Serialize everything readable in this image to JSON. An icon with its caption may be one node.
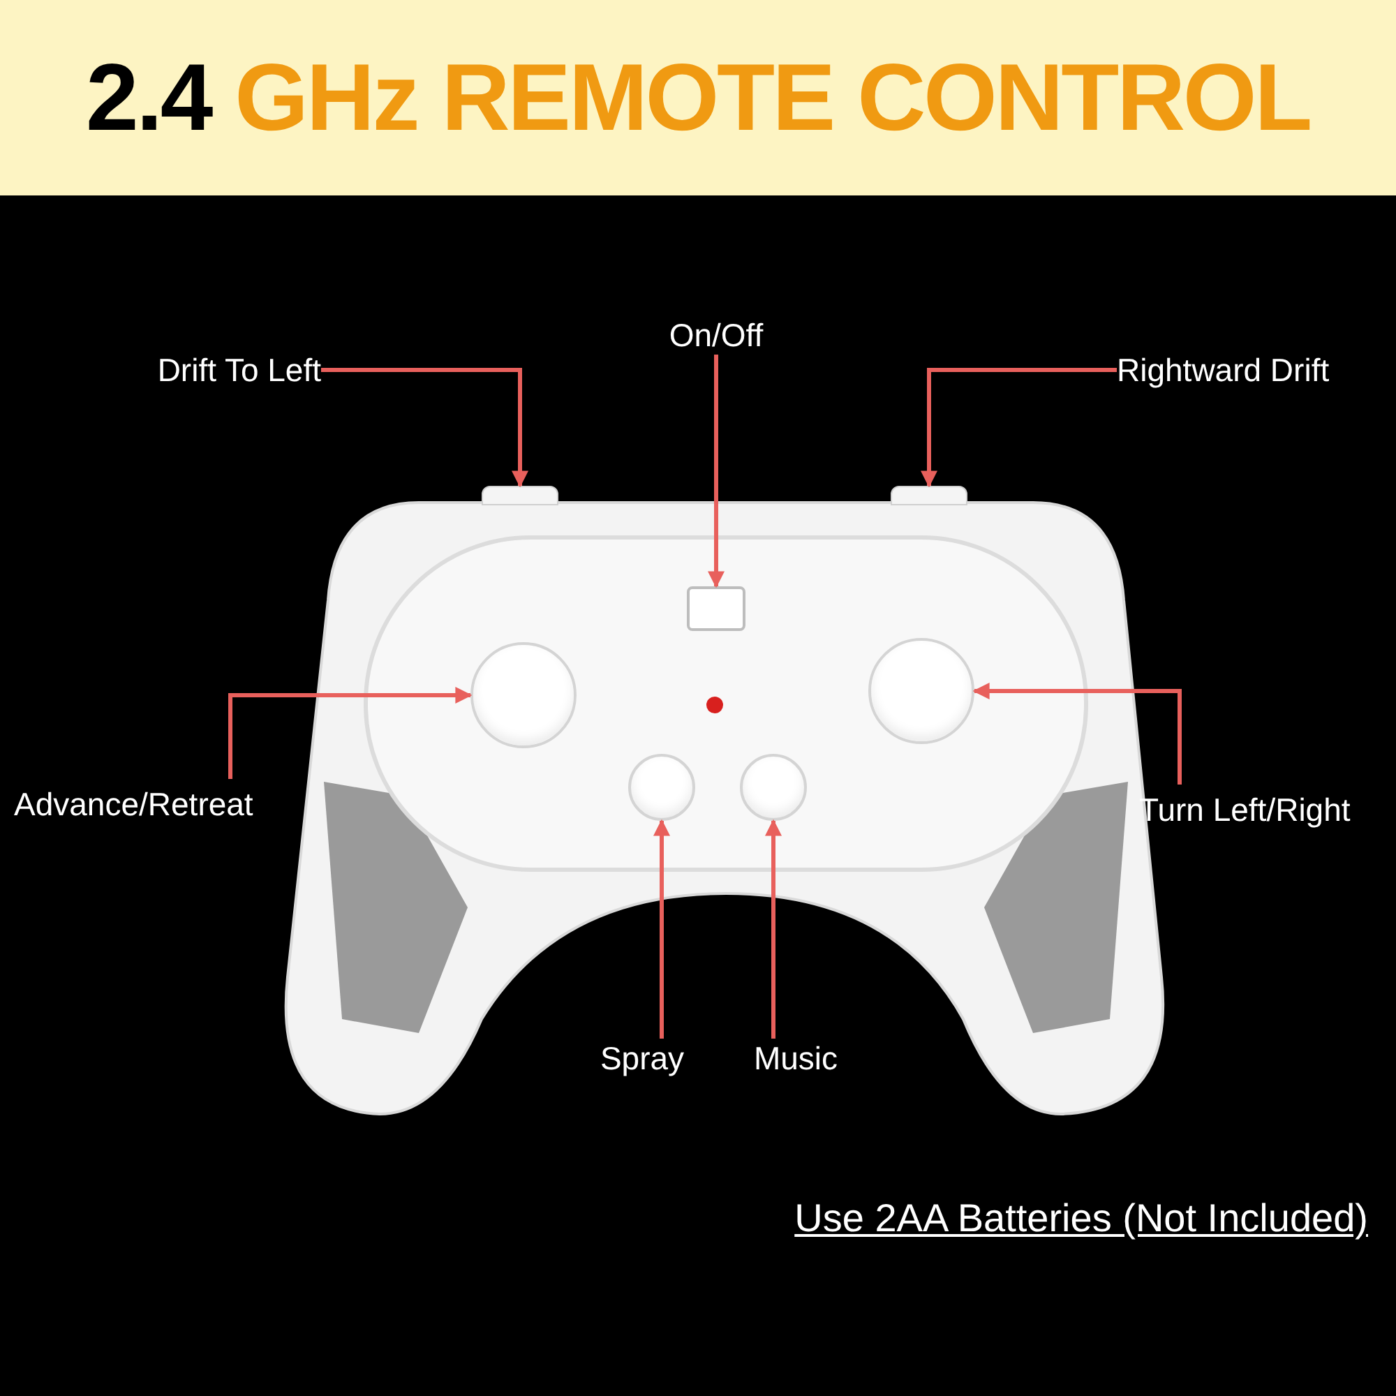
{
  "diagram": {
    "title": "2.4 GHz REMOTE CONTROL",
    "nodes": [
      {
        "text": [
          "Drift To Left"
        ]
      },
      {
        "text": [
          "On/Off"
        ]
      },
      {
        "text": [
          "Rightward Drift"
        ]
      },
      {
        "text": [
          "Advance/Retreat"
        ]
      },
      {
        "text": [
          "Turn Left/Right"
        ]
      },
      {
        "text": [
          "Spray"
        ]
      },
      {
        "text": [
          "Music"
        ]
      },
      {
        "text": [],
        "shape": "bar"
      },
      {
        "text": [],
        "shape": "box"
      },
      {
        "text": [],
        "shape": "bar"
      },
      {
        "text": [],
        "shape": "circle"
      },
      {
        "text": [],
        "shape": "circle"
      },
      {
        "text": [],
        "shape": "circle"
      },
      {
        "text": [],
        "shape": "circle"
      }
    ],
    "edges": [
      {
        "from": 0,
        "to": 7,
        "arrow": "to"
      },
      {
        "from": 1,
        "to": 8,
        "arrow": "to"
      },
      {
        "from": 2,
        "to": 9,
        "arrow": "to"
      },
      {
        "from": 3,
        "to": 10,
        "arrow": "to"
      },
      {
        "from": 4,
        "to": 11,
        "arrow": "to"
      },
      {
        "from": 5,
        "to": 12,
        "arrow": "to"
      },
      {
        "from": 6,
        "to": 13,
        "arrow": "to"
      }
    ],
    "labels": [
      "Use 2AA Batteries (Not Included)"
    ]
  }
}
